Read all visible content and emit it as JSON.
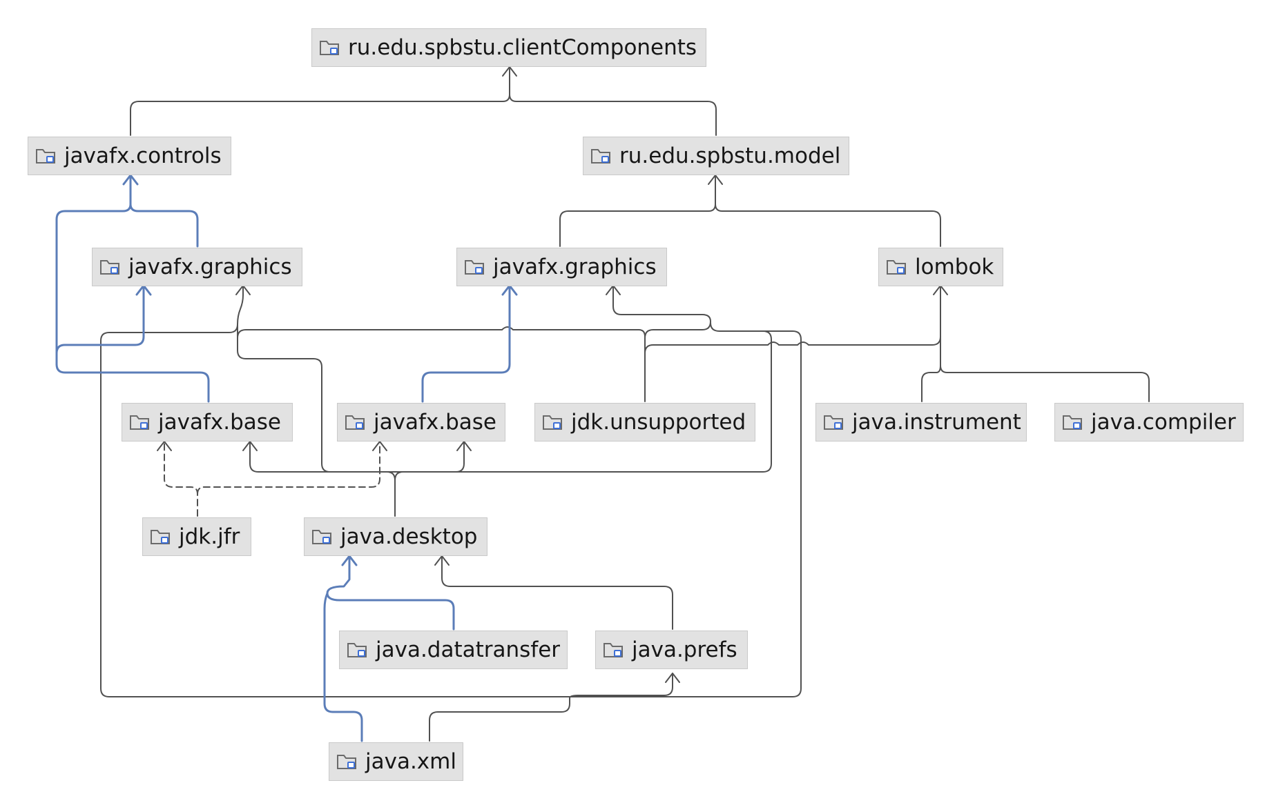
{
  "diagram": {
    "title": "",
    "nodes": [
      {
        "id": "client",
        "label": "ru.edu.spbstu.clientComponents",
        "icon": "module-folder-icon"
      },
      {
        "id": "controls",
        "label": "javafx.controls",
        "icon": "module-folder-icon"
      },
      {
        "id": "model",
        "label": "ru.edu.spbstu.model",
        "icon": "module-folder-icon"
      },
      {
        "id": "graphicsL",
        "label": "javafx.graphics",
        "icon": "module-folder-icon"
      },
      {
        "id": "graphicsR",
        "label": "javafx.graphics",
        "icon": "module-folder-icon"
      },
      {
        "id": "lombok",
        "label": "lombok",
        "icon": "module-folder-icon"
      },
      {
        "id": "baseL",
        "label": "javafx.base",
        "icon": "module-folder-icon"
      },
      {
        "id": "baseR",
        "label": "javafx.base",
        "icon": "module-folder-icon"
      },
      {
        "id": "unsupported",
        "label": "jdk.unsupported",
        "icon": "module-folder-icon"
      },
      {
        "id": "instrument",
        "label": "java.instrument",
        "icon": "module-folder-icon"
      },
      {
        "id": "compiler",
        "label": "java.compiler",
        "icon": "module-folder-icon"
      },
      {
        "id": "jfr",
        "label": "jdk.jfr",
        "icon": "module-folder-icon"
      },
      {
        "id": "desktop",
        "label": "java.desktop",
        "icon": "module-folder-icon"
      },
      {
        "id": "datatransfer",
        "label": "java.datatransfer",
        "icon": "module-folder-icon"
      },
      {
        "id": "prefs",
        "label": "java.prefs",
        "icon": "module-folder-icon"
      },
      {
        "id": "xml",
        "label": "java.xml",
        "icon": "module-folder-icon"
      }
    ],
    "edges": [
      {
        "from": "controls",
        "to": "client",
        "style": "solid"
      },
      {
        "from": "model",
        "to": "client",
        "style": "solid"
      },
      {
        "from": "graphicsL",
        "to": "controls",
        "style": "highlighted"
      },
      {
        "from": "baseL",
        "to": "controls",
        "style": "highlighted"
      },
      {
        "from": "baseL",
        "to": "graphicsL",
        "style": "highlighted"
      },
      {
        "from": "graphicsR",
        "to": "model",
        "style": "solid"
      },
      {
        "from": "lombok",
        "to": "model",
        "style": "solid"
      },
      {
        "from": "baseR",
        "to": "graphicsR",
        "style": "highlighted"
      },
      {
        "from": "unsupported",
        "to": "graphicsL",
        "style": "solid"
      },
      {
        "from": "unsupported",
        "to": "lombok",
        "style": "solid"
      },
      {
        "from": "instrument",
        "to": "lombok",
        "style": "solid"
      },
      {
        "from": "compiler",
        "to": "lombok",
        "style": "solid"
      },
      {
        "from": "desktop",
        "to": "baseL",
        "style": "solid"
      },
      {
        "from": "desktop",
        "to": "baseR",
        "style": "solid"
      },
      {
        "from": "desktop",
        "to": "graphicsL",
        "style": "solid"
      },
      {
        "from": "desktop",
        "to": "graphicsR",
        "style": "solid"
      },
      {
        "from": "jfr",
        "to": "baseL",
        "style": "dashed"
      },
      {
        "from": "jfr",
        "to": "baseR",
        "style": "dashed"
      },
      {
        "from": "datatransfer",
        "to": "desktop",
        "style": "highlighted"
      },
      {
        "from": "prefs",
        "to": "desktop",
        "style": "solid"
      },
      {
        "from": "xml",
        "to": "desktop",
        "style": "highlighted"
      },
      {
        "from": "xml",
        "to": "prefs",
        "style": "solid"
      },
      {
        "from": "xml",
        "to": "graphicsL",
        "style": "solid"
      },
      {
        "from": "xml",
        "to": "graphicsR",
        "style": "solid"
      }
    ],
    "colors": {
      "node_fill": "#e2e2e2",
      "node_border": "#c9c9c9",
      "edge": "#505050",
      "edge_highlight": "#5b7db8",
      "icon_accent": "#3d6fd6",
      "text": "#161616"
    }
  }
}
